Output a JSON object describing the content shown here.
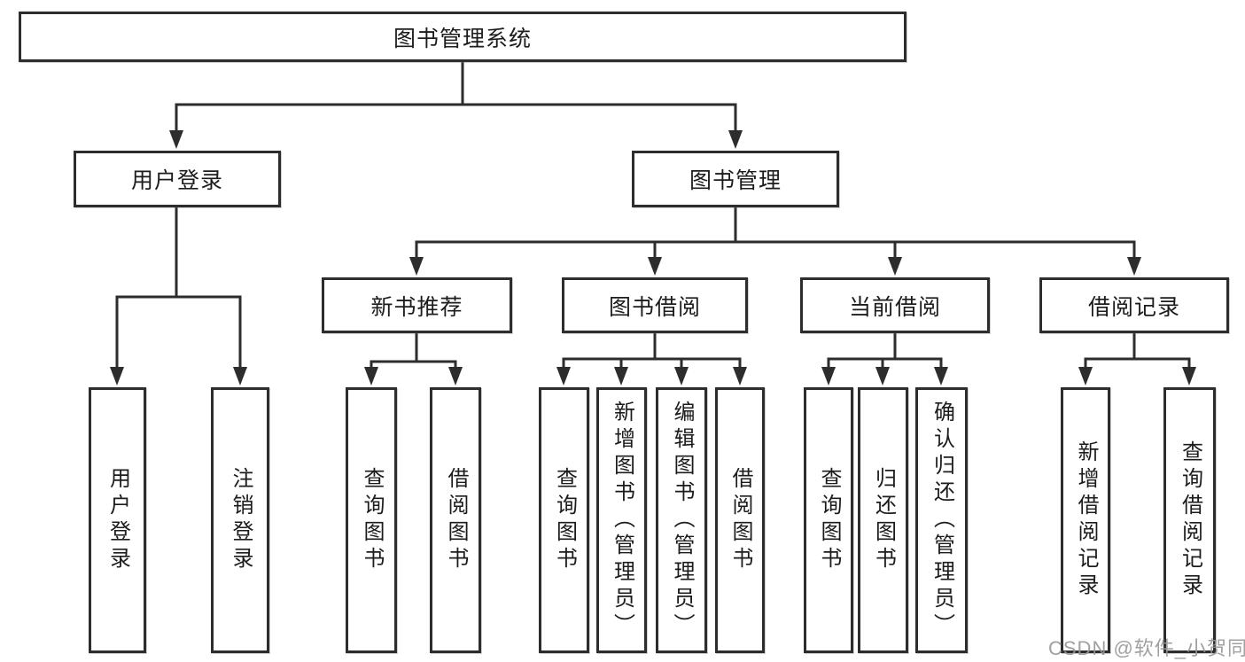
{
  "diagram": {
    "root": {
      "label": "图书管理系统"
    },
    "branches": [
      {
        "label": "用户登录",
        "children": [
          "用户登录",
          "注销登录"
        ]
      },
      {
        "label": "图书管理",
        "sections": [
          {
            "label": "新书推荐",
            "children": [
              "查询图书",
              "借阅图书"
            ]
          },
          {
            "label": "图书借阅",
            "children": [
              "查询图书",
              "新增图书（管理员）",
              "编辑图书（管理员）",
              "借阅图书"
            ]
          },
          {
            "label": "当前借阅",
            "children": [
              "查询图书",
              "归还图书",
              "确认归还（管理员）"
            ]
          },
          {
            "label": "借阅记录",
            "children": [
              "新增借阅记录",
              "查询借阅记录"
            ]
          }
        ]
      }
    ]
  },
  "colors": {
    "line": "#2d2d2d",
    "box_border": "#2d2d2d",
    "background": "#ffffff",
    "text": "#1c1c1c",
    "watermark": "#969696"
  },
  "watermark": {
    "text": "CSDN @软件_小贺同学"
  }
}
